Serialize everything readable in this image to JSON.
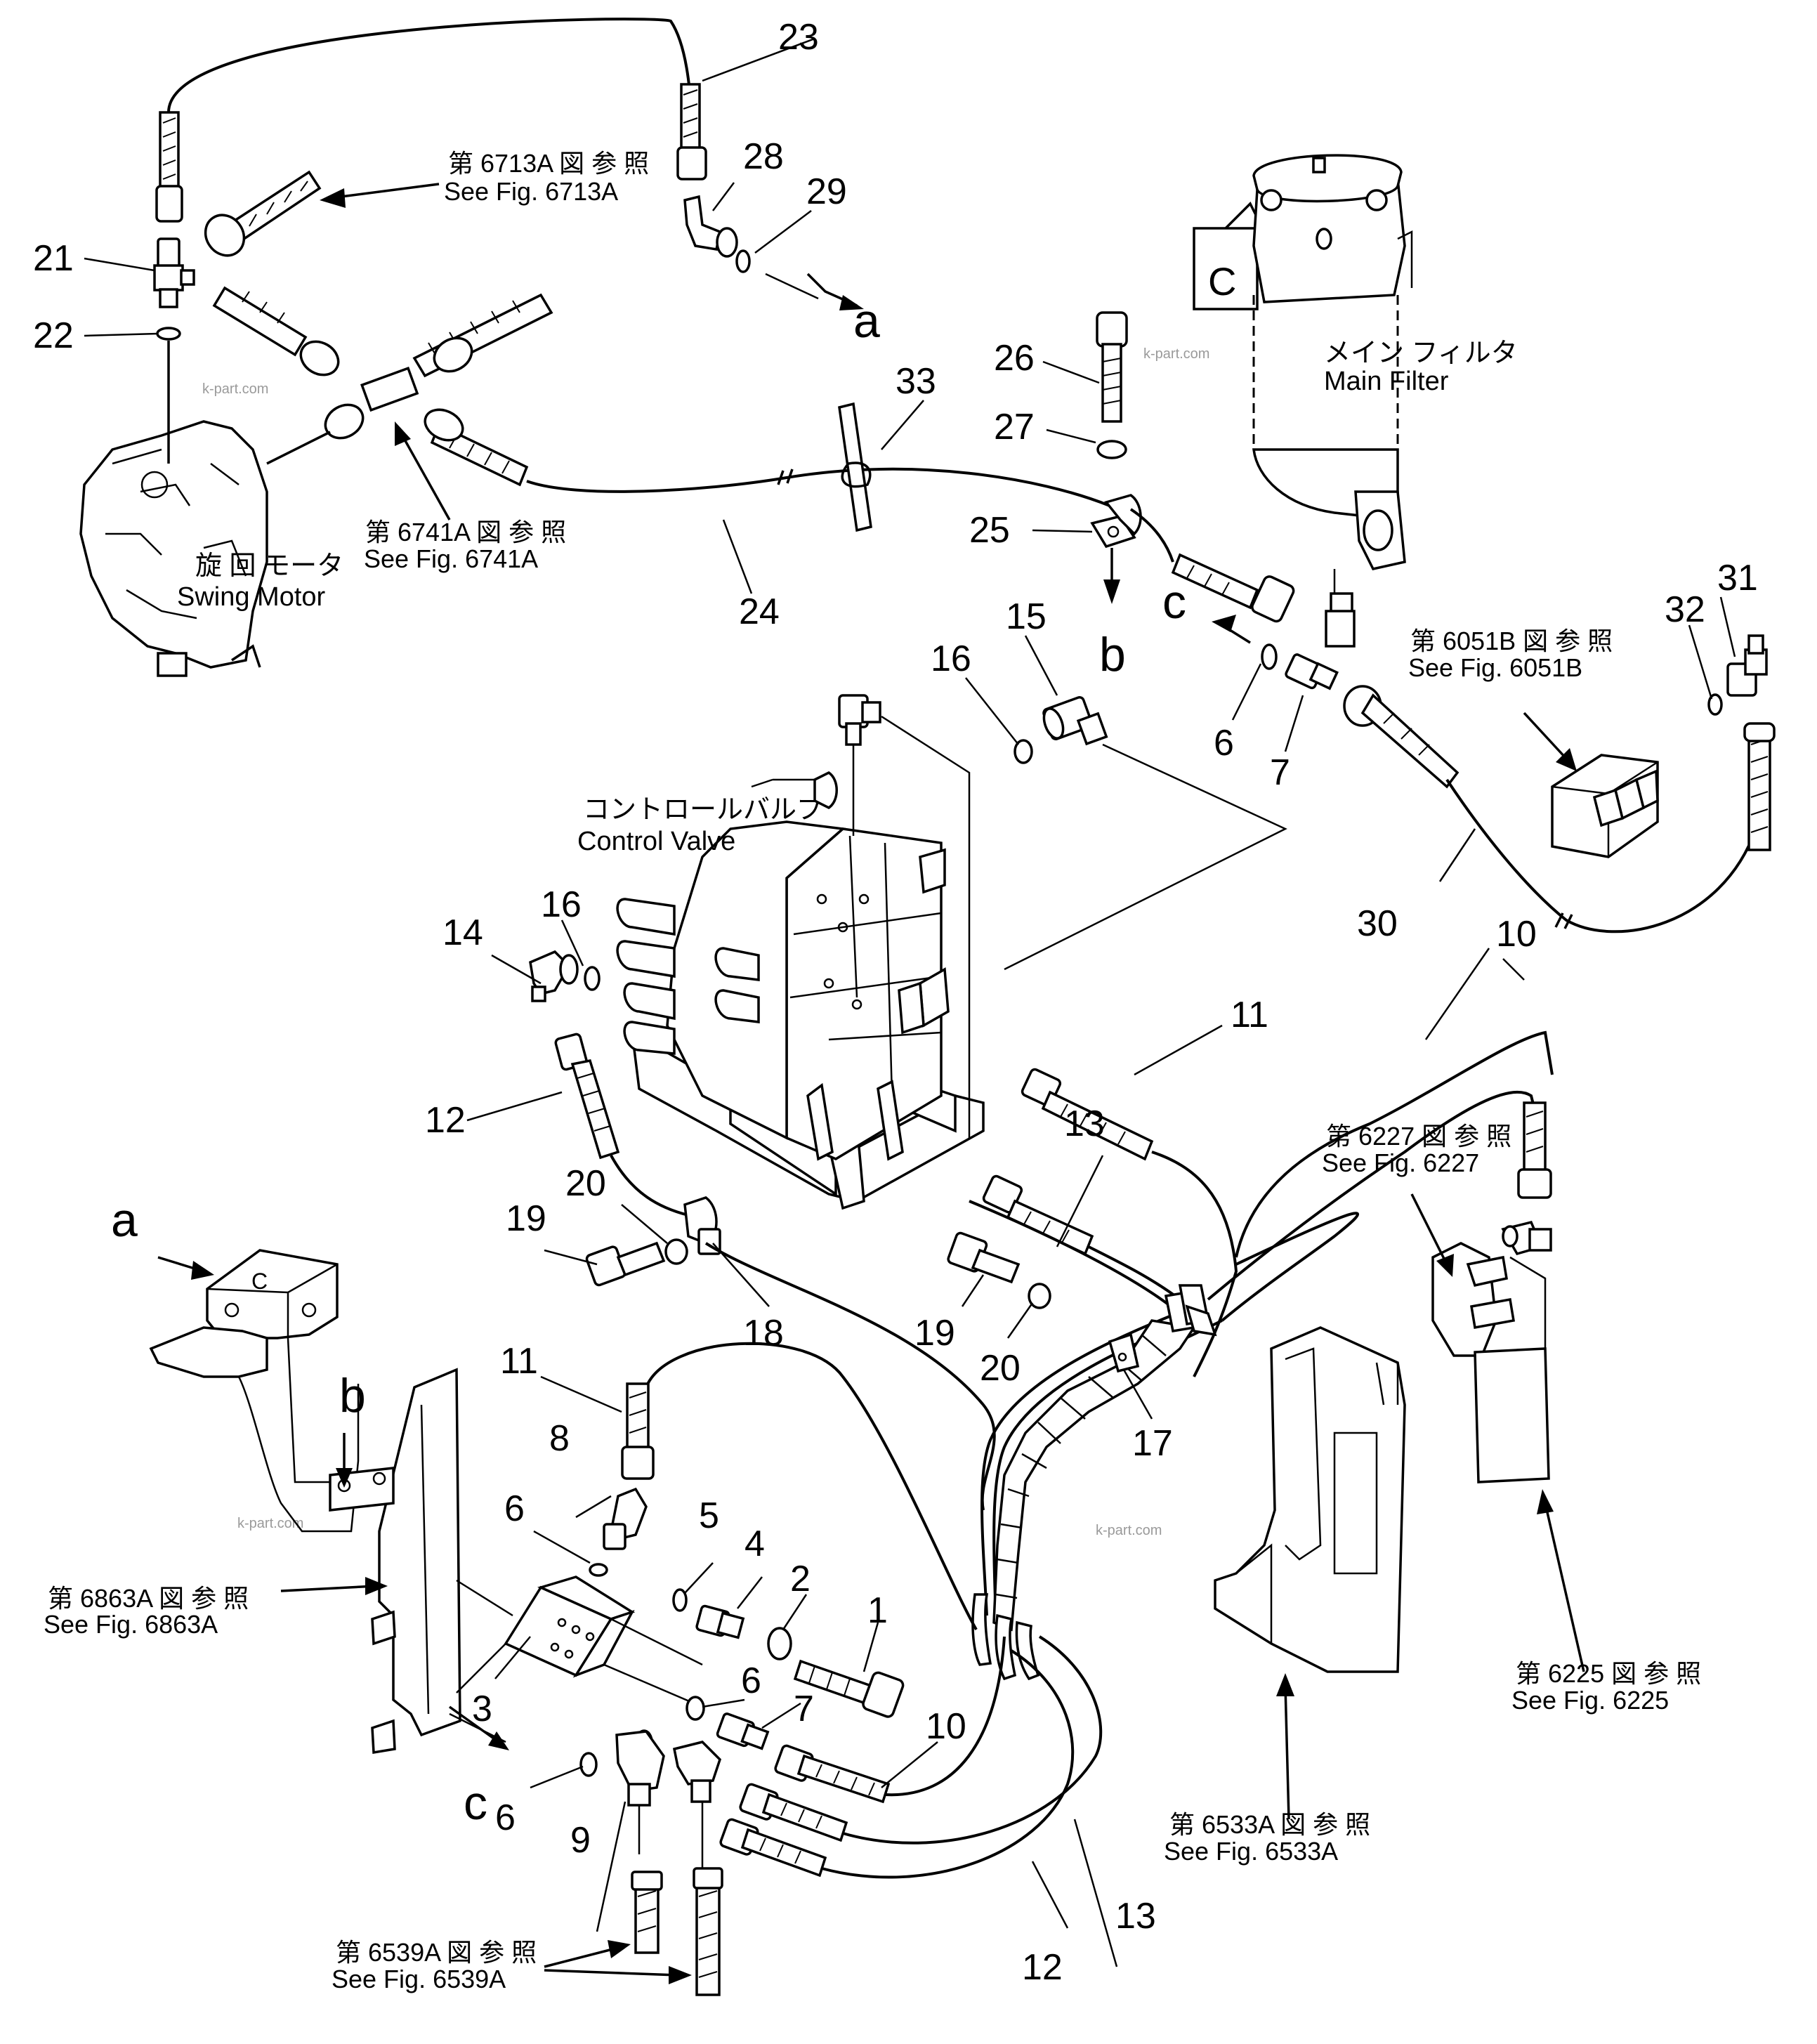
{
  "parts": {
    "p1": "1",
    "p2": "2",
    "p3": "3",
    "p4": "4",
    "p5": "5",
    "p6": "6",
    "p7": "7",
    "p8": "8",
    "p9": "9",
    "p10": "10",
    "p11": "11",
    "p12": "12",
    "p13": "13",
    "p14": "14",
    "p15": "15",
    "p16": "16",
    "p17": "17",
    "p18": "18",
    "p19": "19",
    "p20": "20",
    "p21": "21",
    "p22": "22",
    "p23": "23",
    "p24": "24",
    "p25": "25",
    "p26": "26",
    "p27": "27",
    "p28": "28",
    "p29": "29",
    "p30": "30",
    "p31": "31",
    "p32": "32",
    "p33": "33"
  },
  "refs": {
    "r6713A": {
      "jp": "第 6713A 図 参 照",
      "en": "See Fig. 6713A"
    },
    "r6741A": {
      "jp": "第 6741A 図 参 照",
      "en": "See Fig. 6741A"
    },
    "r6051B": {
      "jp": "第 6051B 図 参 照",
      "en": "See Fig. 6051B"
    },
    "r6227": {
      "jp": "第 6227 図 参 照",
      "en": "See Fig. 6227"
    },
    "r6863A": {
      "jp": "第 6863A 図 参 照",
      "en": "See Fig. 6863A"
    },
    "r6533A": {
      "jp": "第 6533A 図 参 照",
      "en": "See Fig. 6533A"
    },
    "r6225": {
      "jp": "第 6225 図 参 照",
      "en": "See Fig. 6225"
    },
    "r6539A": {
      "jp": "第 6539A 図 参 照",
      "en": "See Fig. 6539A"
    }
  },
  "components": {
    "main_filter": {
      "jp": "メイン フィルタ",
      "en": "Main Filter"
    },
    "swing_motor": {
      "jp": "旋 回  モータ",
      "en": "Swing Motor"
    },
    "control_valve": {
      "jp": "コントロールバルブ",
      "en": "Control Valve"
    }
  },
  "connectors": {
    "a": "a",
    "b": "b",
    "c": "c"
  },
  "watermark": "k-part.com"
}
